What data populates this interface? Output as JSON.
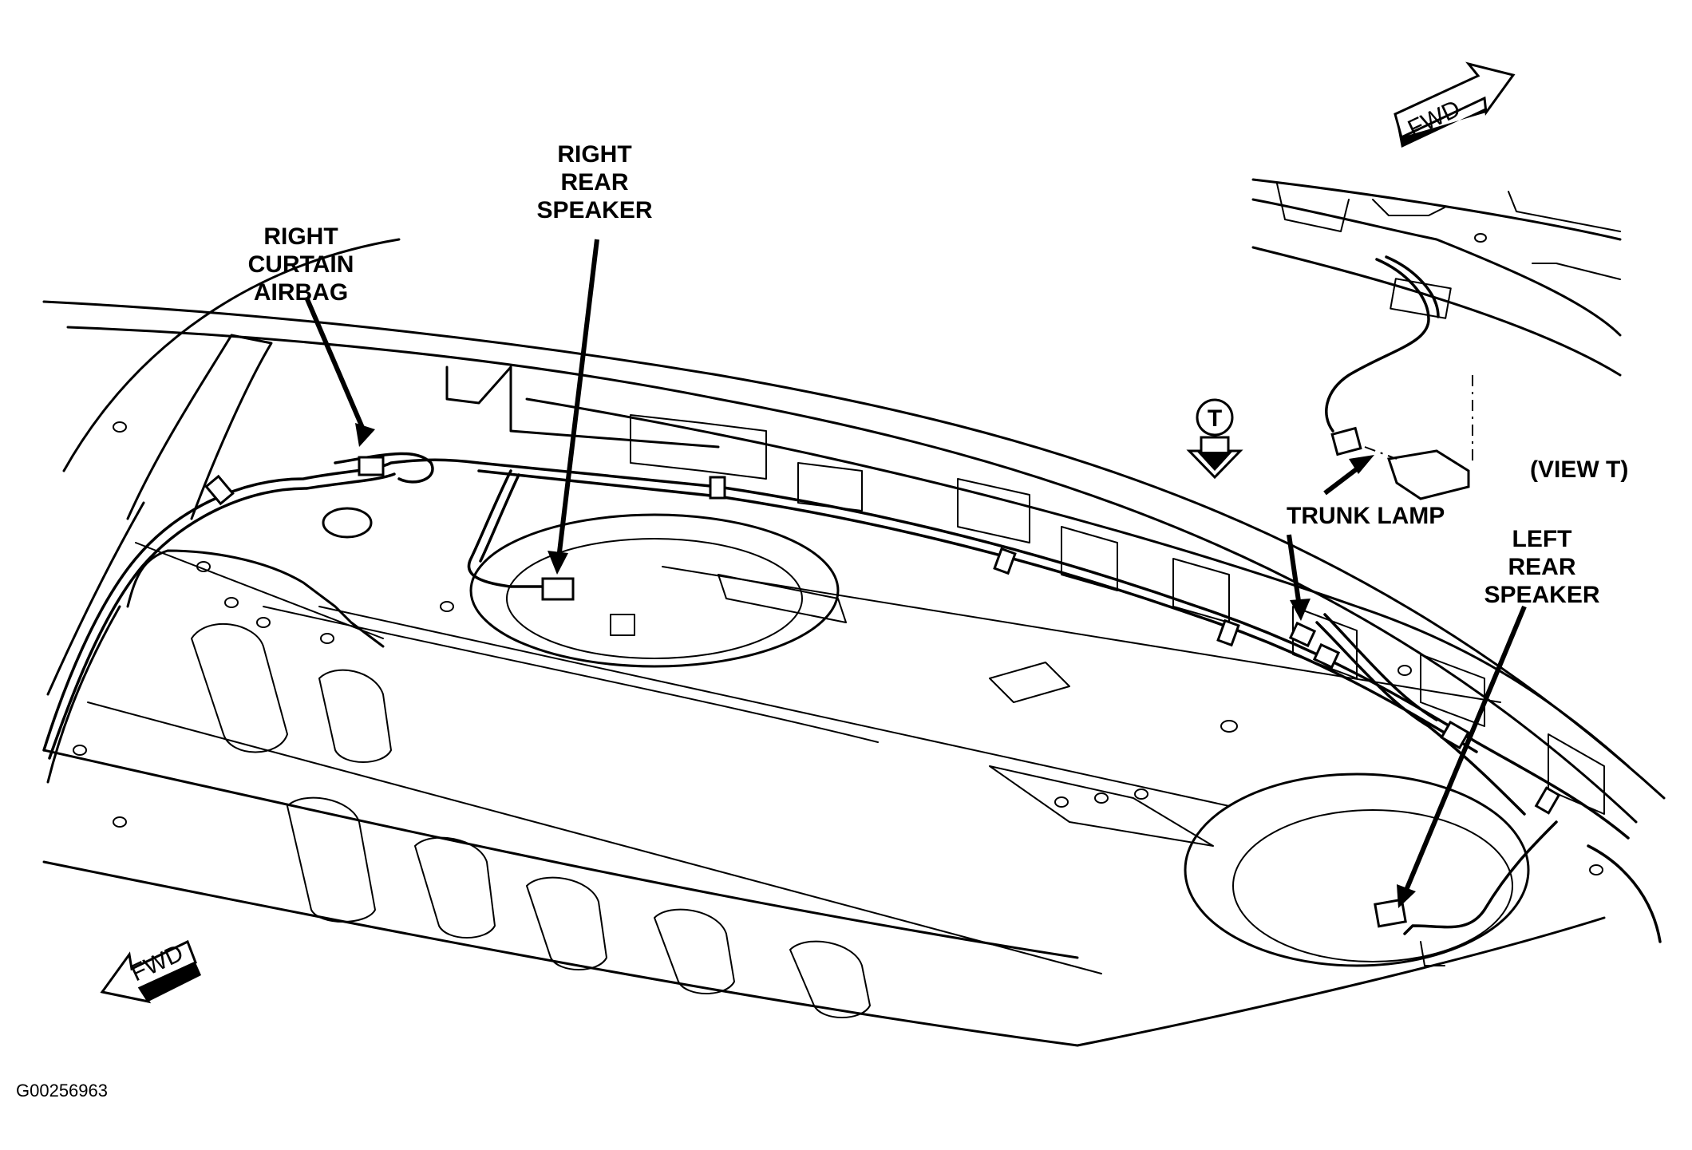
{
  "labels": {
    "right_curtain_airbag": [
      "RIGHT",
      "CURTAIN",
      "AIRBAG"
    ],
    "right_rear_speaker": [
      "RIGHT",
      "REAR",
      "SPEAKER"
    ],
    "left_rear_speaker": [
      "LEFT",
      "REAR",
      "SPEAKER"
    ],
    "trunk_lamp": "TRUNK LAMP",
    "view_t": "(VIEW T)",
    "view_marker": "T",
    "fwd_top": "FWD",
    "fwd_bottom": "FWD",
    "figure_code": "G00256963"
  }
}
